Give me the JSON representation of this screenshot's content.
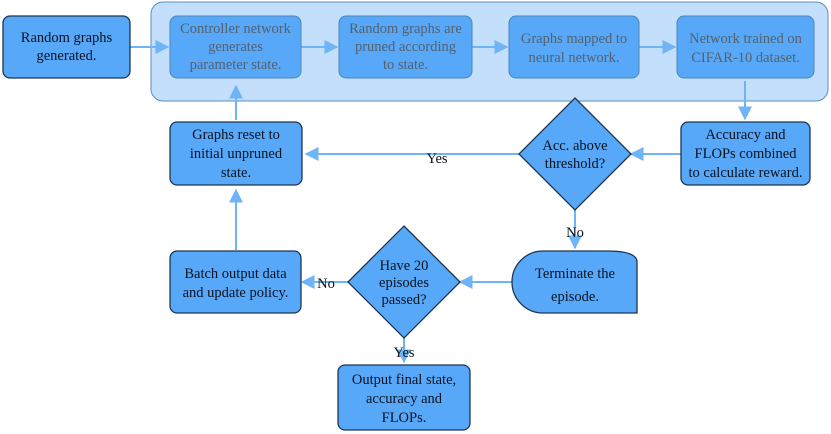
{
  "nodes": {
    "random_graphs": [
      "Random graphs",
      "generated."
    ],
    "controller": [
      "Controller network",
      "generates",
      "parameter state."
    ],
    "pruned": [
      "Random graphs are",
      "pruned according",
      "to state."
    ],
    "mapped": [
      "Graphs mapped to",
      "neural network."
    ],
    "trained": [
      "Network trained on",
      "CIFAR-10 dataset."
    ],
    "accuracy": [
      "Accuracy and",
      "FLOPs combined",
      "to calculate reward."
    ],
    "threshold": [
      "Acc. above",
      "threshold?"
    ],
    "reset": [
      "Graphs reset to",
      "initial unpruned",
      "state."
    ],
    "terminate": [
      "Terminate the",
      "episode."
    ],
    "episodes": [
      "Have 20",
      "episodes",
      "passed?"
    ],
    "batch": [
      "Batch output data",
      "and update policy."
    ],
    "output": [
      "Output final state,",
      "accuracy and",
      "FLOPs."
    ]
  },
  "edge_labels": {
    "yes_reset": "Yes",
    "no_terminate": "No",
    "no_batch": "No",
    "yes_output": "Yes"
  },
  "colors": {
    "node_fill": "#57a8f8",
    "group_fill": "#c4dffb",
    "arrow": "#6fb4f6"
  }
}
